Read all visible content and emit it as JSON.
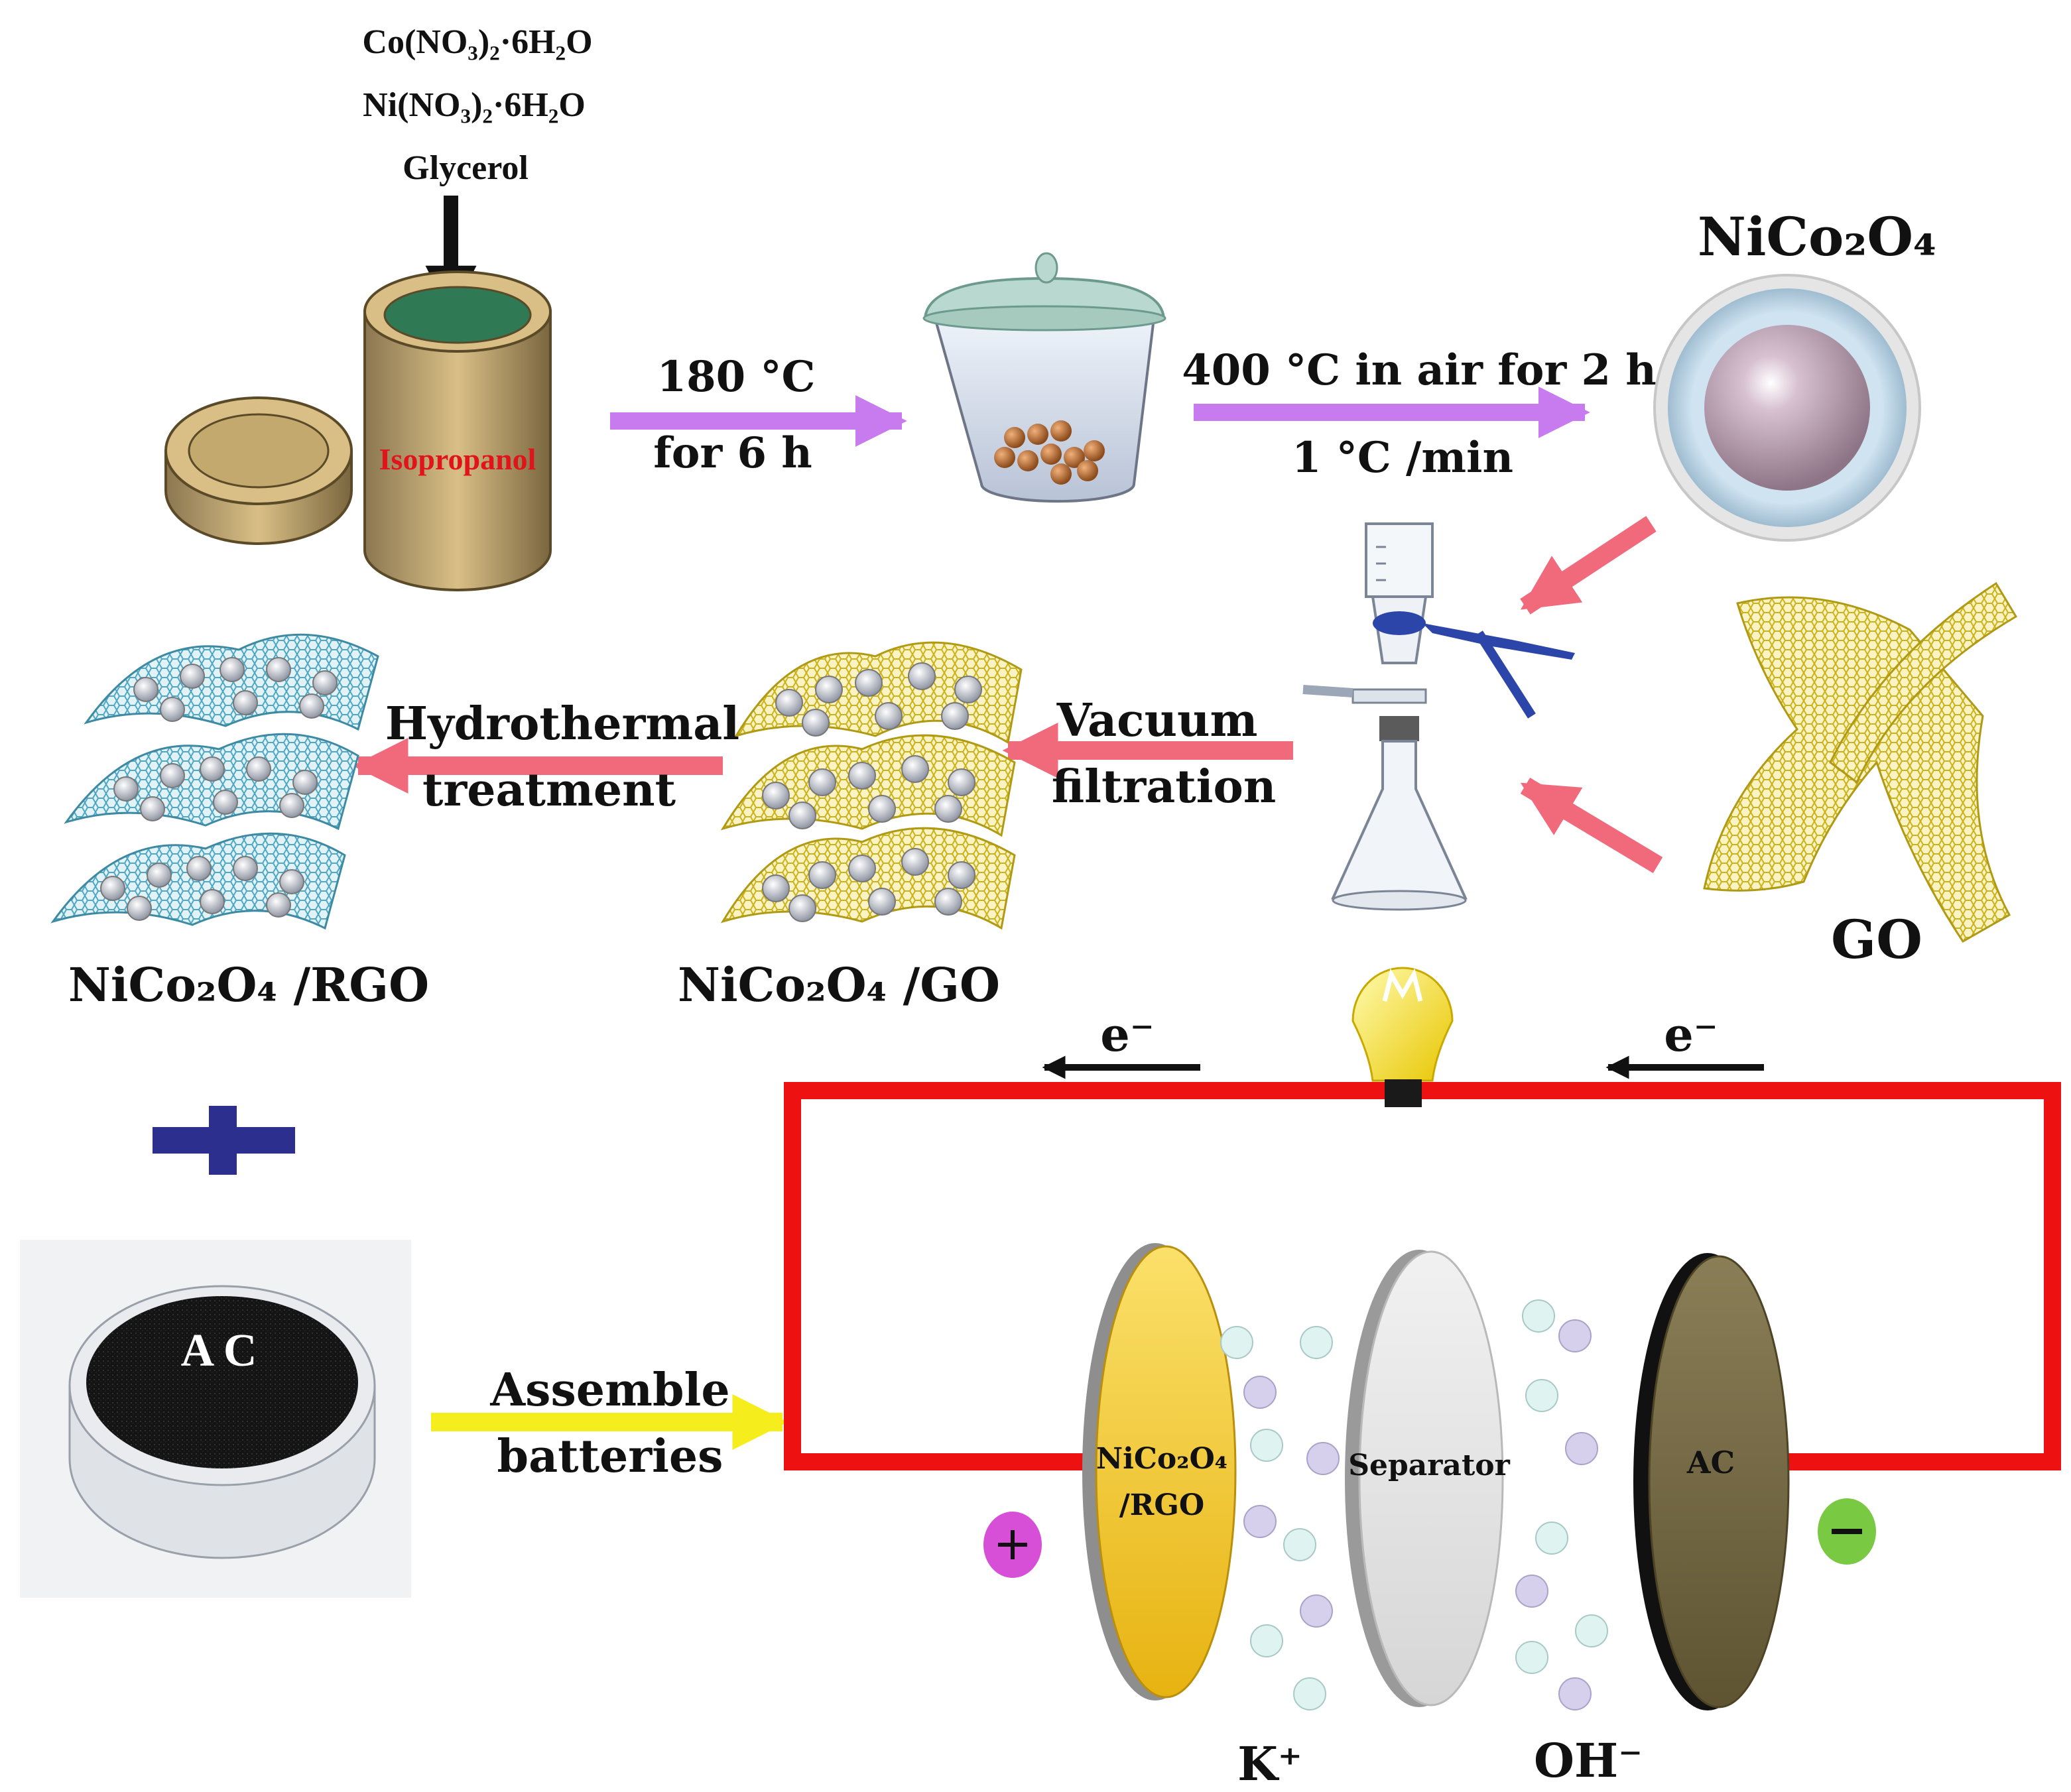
{
  "reagents": [
    "Co(NO₃)₂·6H₂O",
    "Ni(NO₃)₂·6H₂O",
    "Glycerol"
  ],
  "autoclave_label": "Isopropanol",
  "step1": {
    "line1": "180 °C",
    "line2": "for 6 h"
  },
  "step2": {
    "line1": "400 °C in air for 2 h",
    "line2": "1 °C /min"
  },
  "product_label": "NiCo₂O₄",
  "go_label": "GO",
  "vacuum": {
    "line1": "Vacuum",
    "line2": "filtration"
  },
  "hydro": {
    "line1": "Hydrothermal",
    "line2": "treatment"
  },
  "composite_go_label": "NiCo₂O₄ /GO",
  "composite_rgo_label": "NiCo₂O₄ /RGO",
  "ac_jar_label": "A C",
  "assemble": {
    "line1": "Assemble",
    "line2": "batteries"
  },
  "electron_label": "e⁻",
  "electrode_pos": {
    "line1": "NiCo₂O₄",
    "line2": "/RGO"
  },
  "separator_label": "Separator",
  "electrode_neg": "AC",
  "ion_k": "K⁺",
  "ion_oh": "OH⁻",
  "colors": {
    "process_arrow": "#c77bef",
    "flow_arrow": "#f06a7c",
    "assemble_arrow": "#f5ee1c",
    "circuit": "#ee1111",
    "plus_sign": "#2d2f8f",
    "autoclave_label": "#e0141b",
    "positive_terminal": "#d74fd6",
    "negative_terminal": "#7ac943",
    "bulb": "#f7e82a",
    "electrode_pos": "#f4c92c",
    "electrode_neg": "#7b6f47",
    "separator": "#e2e2e2",
    "go_sheet": "#c9b21a",
    "rgo_sheet": "#4fa7c3"
  }
}
